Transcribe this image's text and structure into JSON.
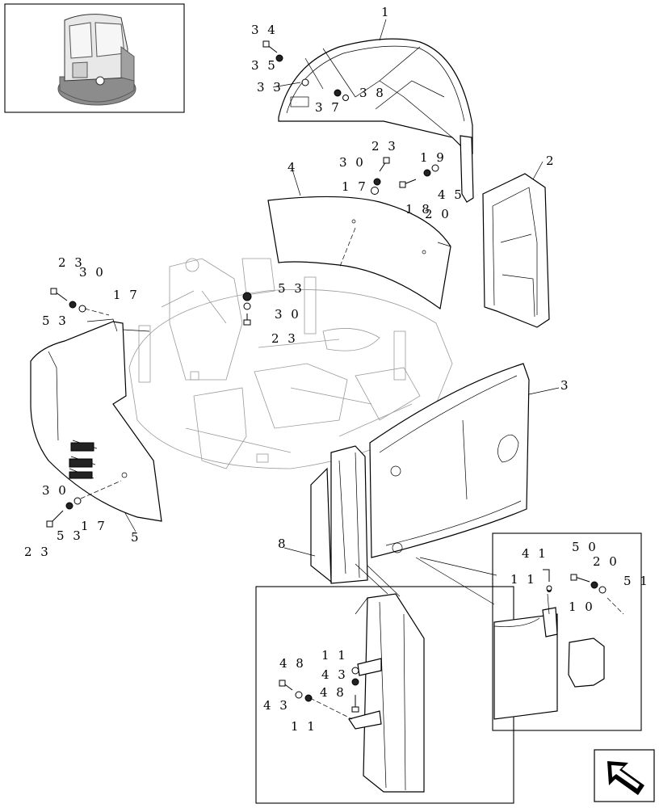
{
  "callouts": {
    "c1": "1",
    "c2": "2",
    "c3": "3",
    "c4": "4",
    "c5": "5",
    "c8": "8",
    "c34": "3 4",
    "c35": "3 5",
    "c33": "3 3",
    "c37": "3 7",
    "c38": "3 8",
    "c23a": "2 3",
    "c30a": "3 0",
    "c19": "1 9",
    "c17a": "1 7",
    "c18": "1 8",
    "c20a": "2 0",
    "c45": "4 5",
    "c23b": "2 3",
    "c30b": "3 0",
    "c17b": "1 7",
    "c53a": "5 3",
    "c53b": "5 3",
    "c30c": "3 0",
    "c23c": "2 3",
    "c30d": "3 0",
    "c53c": "5 3",
    "c17c": "1 7",
    "c23d": "2 3",
    "c41": "4 1",
    "c50": "5 0",
    "c20b": "2 0",
    "c51": "5 1",
    "c11a": "1 1",
    "c10": "1 0",
    "c48a": "4 8",
    "c11b": "1 1",
    "c43a": "4 3",
    "c43b": "4 3",
    "c48b": "4 8",
    "c11c": "1 1"
  },
  "icons": {
    "nav_arrow": "arrow-icon"
  }
}
